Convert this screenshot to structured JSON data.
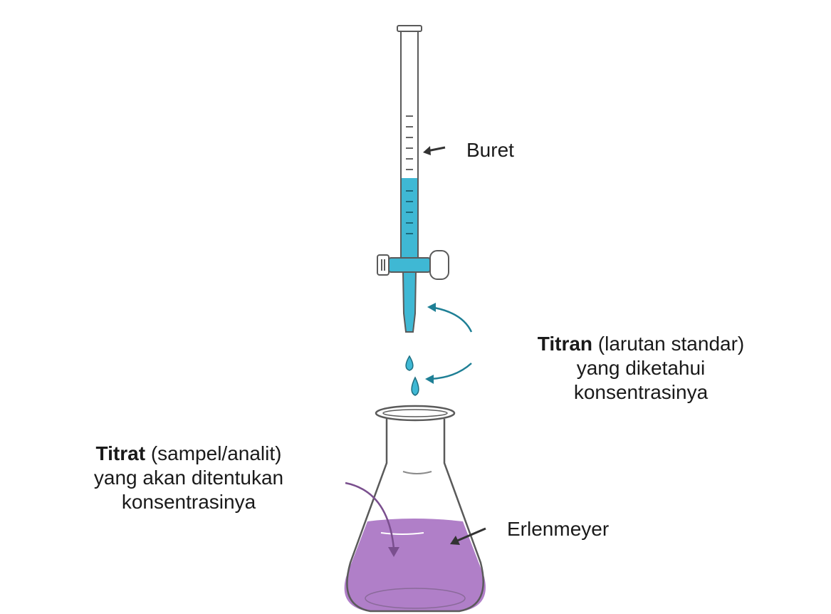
{
  "labels": {
    "buret": "Buret",
    "titran": {
      "bold": "Titran",
      "rest": " (larutan standar)",
      "line2": "yang diketahui",
      "line3": "konsentrasinya"
    },
    "titrat": {
      "bold": "Titrat",
      "rest": " (sampel/analit)",
      "line2": "yang akan ditentukan",
      "line3": "konsentrasinya"
    },
    "erlenmeyer": "Erlenmeyer"
  },
  "colors": {
    "titrant": "#3fb8d4",
    "titrant_arrow": "#1e7f95",
    "solution": "#b07fc8",
    "titrat_arrow": "#7a4f8e",
    "glass_outline": "#5a5a5a"
  }
}
